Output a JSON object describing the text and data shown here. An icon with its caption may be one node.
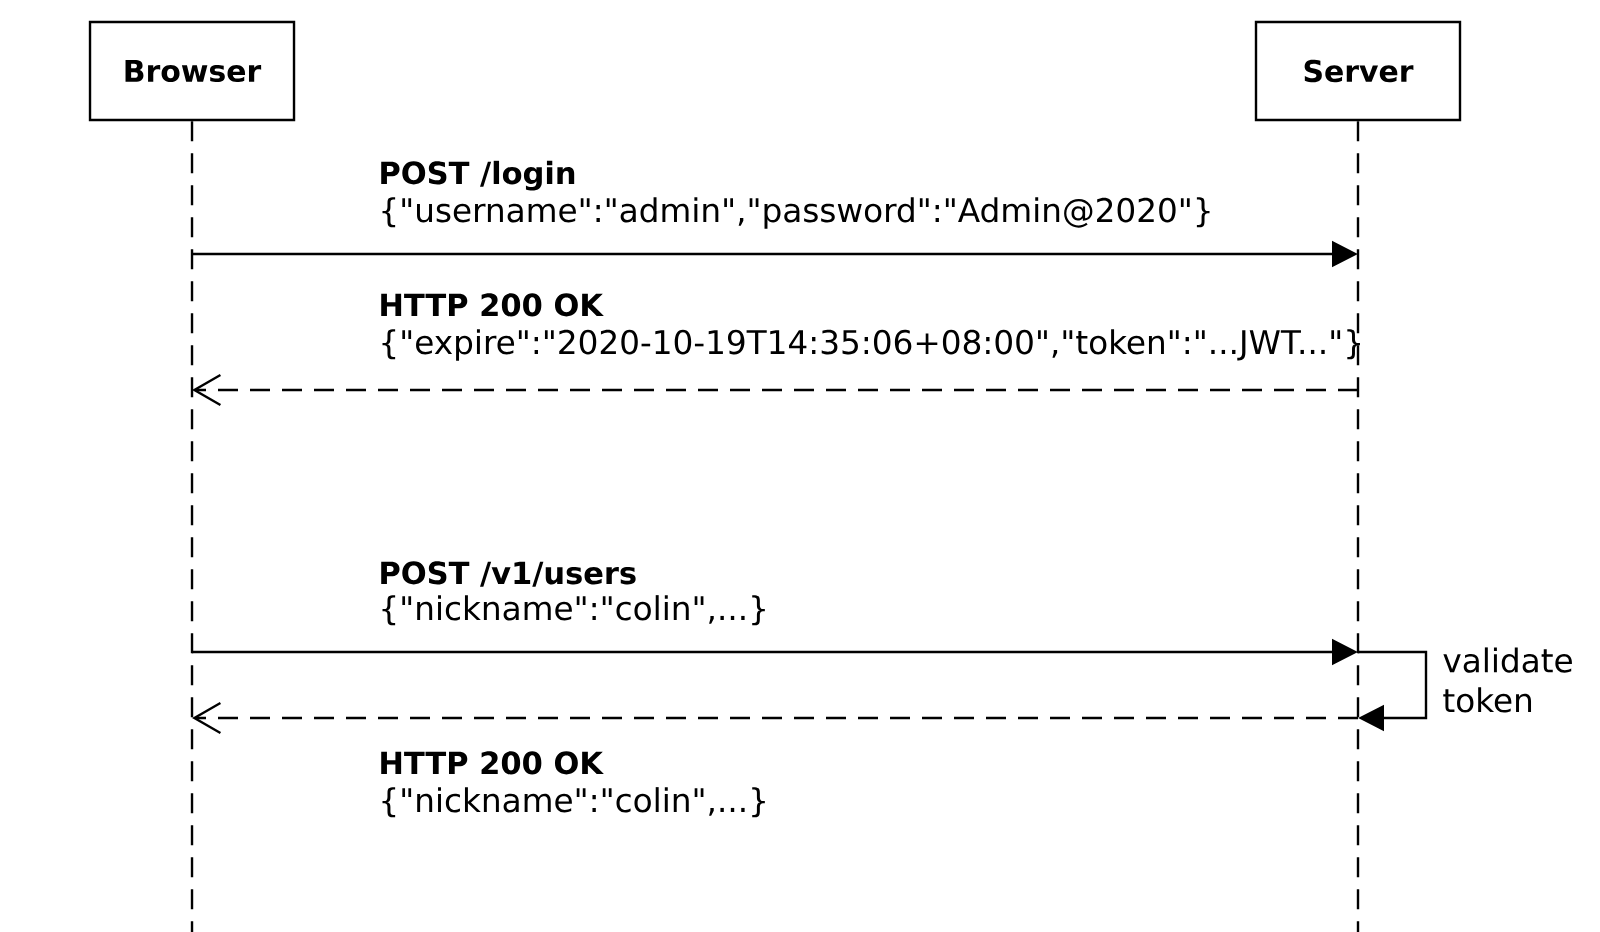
{
  "diagram": {
    "nodes": [
      {
        "text": [
          "Browser"
        ]
      },
      {
        "text": [
          "Server"
        ]
      }
    ],
    "edges": [
      {
        "from": 0,
        "to": 1,
        "arrow": "to",
        "label": "POST /login"
      },
      {
        "from": 1,
        "to": 0,
        "arrow": "to",
        "style": "dashed",
        "label": "HTTP 200 OK"
      },
      {
        "from": 0,
        "to": 1,
        "arrow": "to",
        "label": "POST /v1/users"
      },
      {
        "from": 1,
        "to": 1,
        "arrow": "to",
        "label": "validate token"
      },
      {
        "from": 1,
        "to": 0,
        "arrow": "to",
        "style": "dashed",
        "label": "HTTP 200 OK"
      }
    ],
    "labels": [
      "{\"username\":\"admin\",\"password\":\"Admin@2020\"}",
      "{\"expire\":\"2020-10-19T14:35:06+08:00\",\"token\":\"...JWT...\"}",
      "{\"nickname\":\"colin\",...}",
      "{\"nickname\":\"colin\",...}"
    ]
  }
}
